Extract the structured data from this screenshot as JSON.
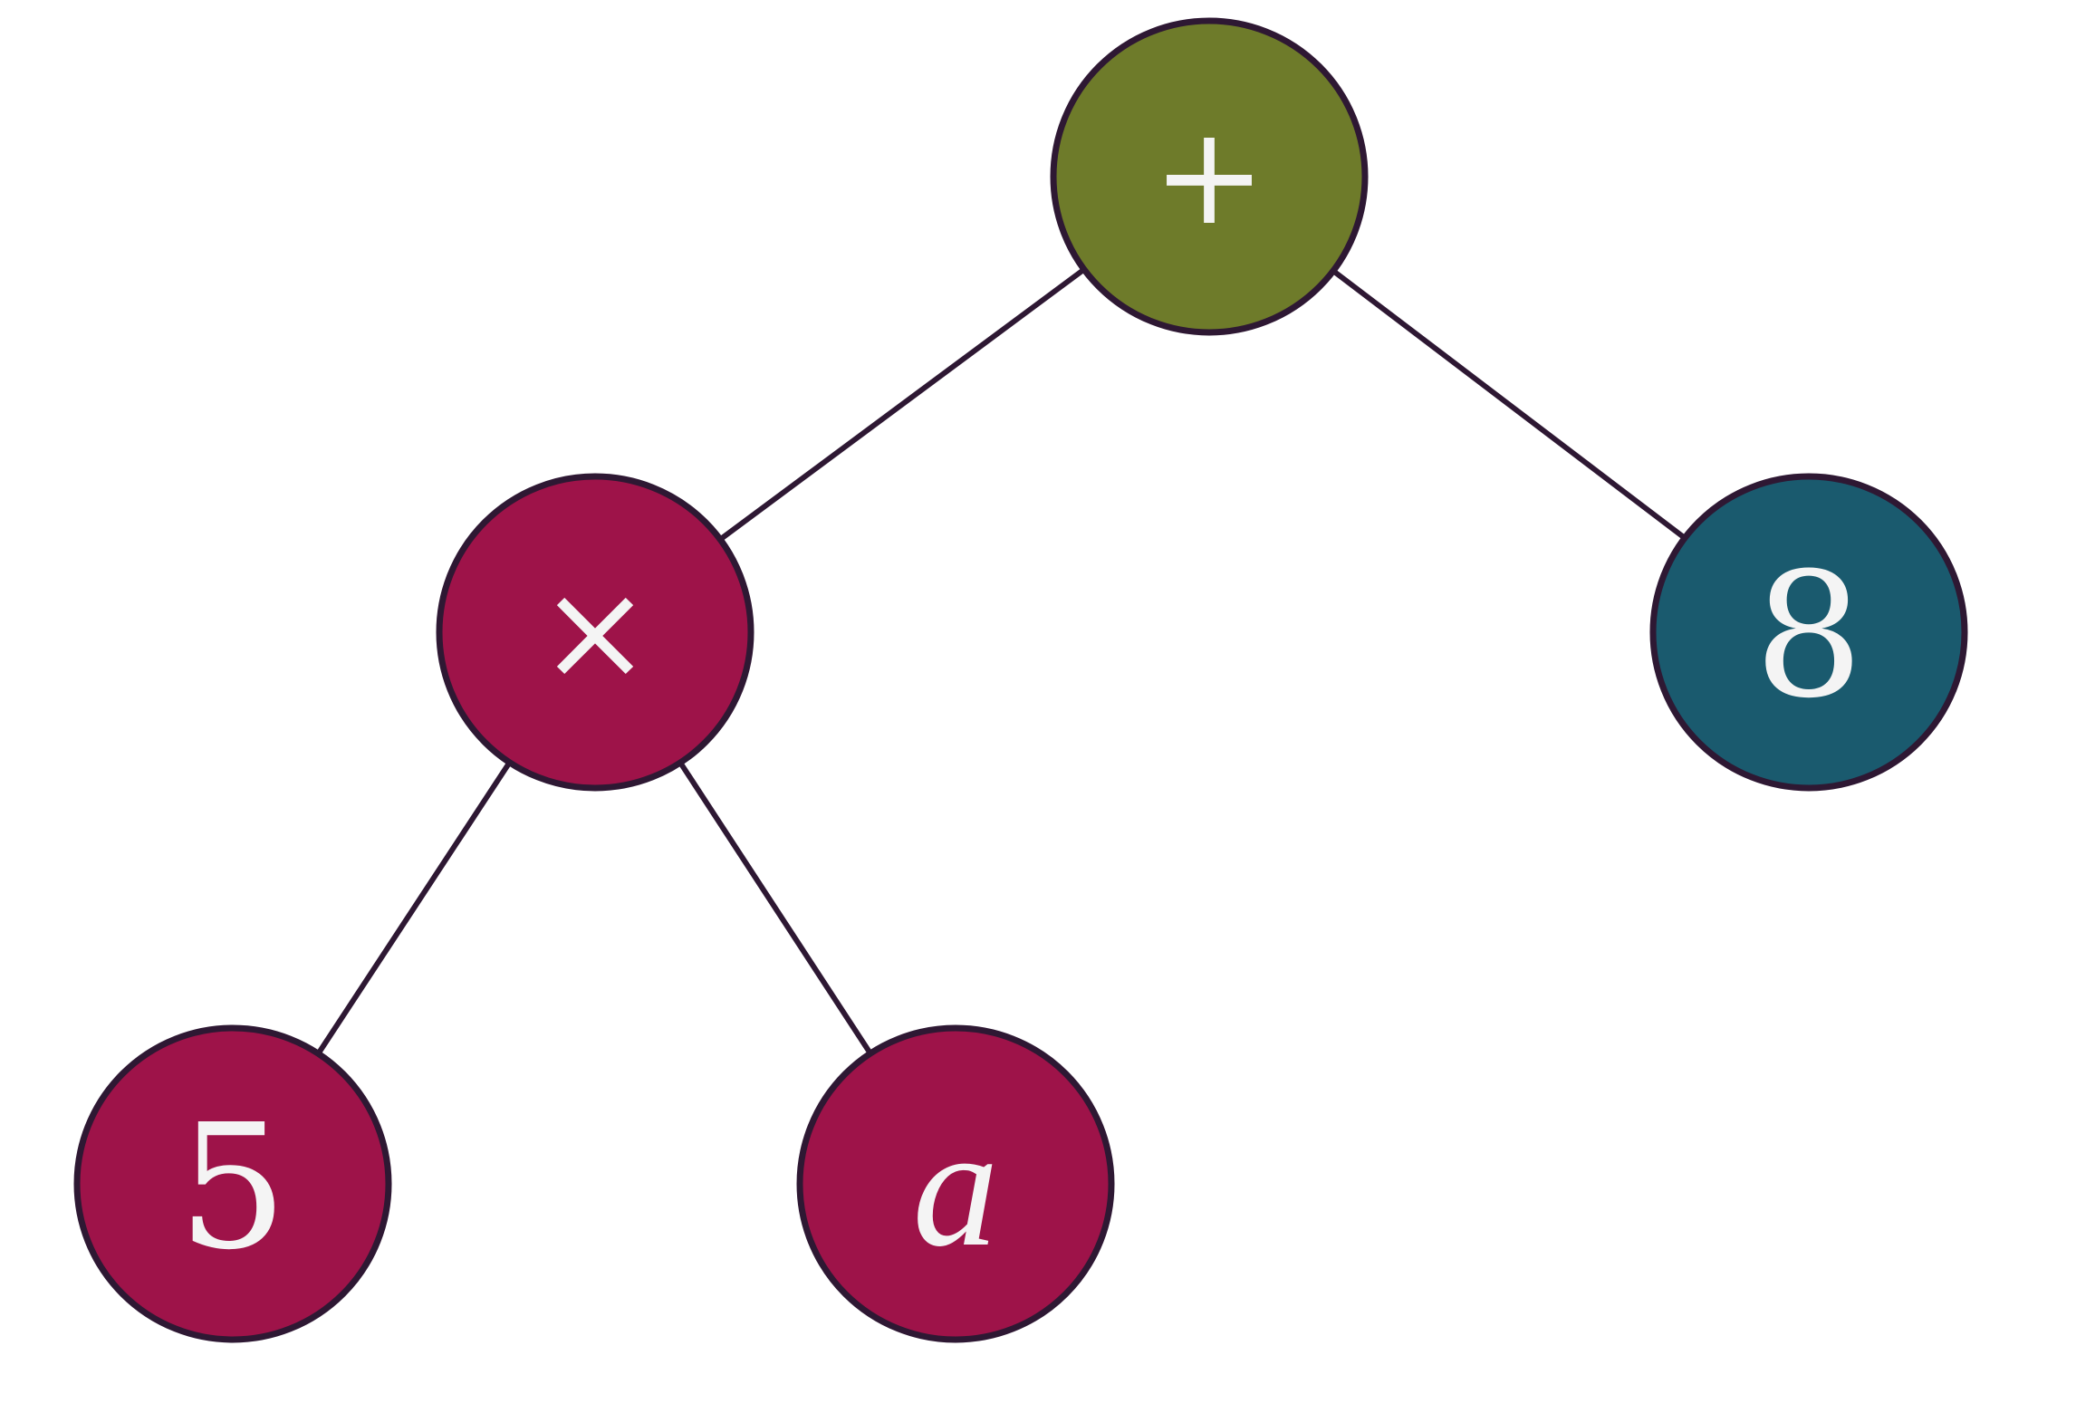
{
  "colors": {
    "outline": "#2E1833",
    "operator_root": "#6E7B2A",
    "subtree": "#9E1349",
    "leaf_alt": "#1A5A6E",
    "label": "#F4F4F4",
    "background": "#FFFFFF"
  },
  "tree": {
    "nodes": [
      {
        "id": "plus",
        "label": "+",
        "kind": "operator",
        "fill": "#6E7B2A"
      },
      {
        "id": "times",
        "label": "×",
        "kind": "operator",
        "fill": "#9E1349"
      },
      {
        "id": "eight",
        "label": "8",
        "kind": "number",
        "fill": "#1A5A6E"
      },
      {
        "id": "five",
        "label": "5",
        "kind": "number",
        "fill": "#9E1349"
      },
      {
        "id": "a",
        "label": "a",
        "kind": "variable",
        "fill": "#9E1349"
      }
    ],
    "edges": [
      {
        "from": "plus",
        "to": "times"
      },
      {
        "from": "plus",
        "to": "eight"
      },
      {
        "from": "times",
        "to": "five"
      },
      {
        "from": "times",
        "to": "a"
      }
    ]
  }
}
